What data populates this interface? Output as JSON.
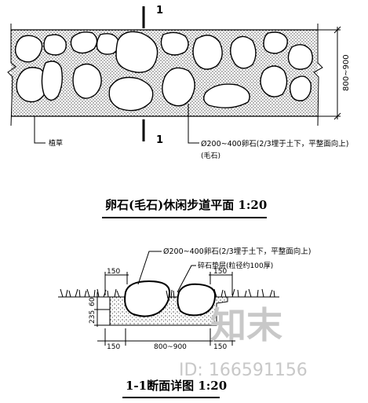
{
  "plan": {
    "section_mark_top": "1",
    "section_mark_bottom": "1",
    "width_dim": "800~900",
    "edge_label": "植草",
    "stone_note": "Ø200~400卵石(2/3埋于土下，平整面向上)",
    "stone_note_sub": "(毛石)",
    "title": "卵石(毛石)休闲步道平面 1:20"
  },
  "section": {
    "stone_note": "Ø200~400卵石(2/3埋于土下，平整面向上)",
    "bed_note": "碎石垫层(粒径约100厚)",
    "dim_top_left": "150",
    "dim_top_right": "150",
    "dim_depth": "235",
    "dim_depth2": "60",
    "dim_bottom_left": "150",
    "dim_bottom_mid": "800~900",
    "dim_bottom_right": "150",
    "title": "1-1断面详图 1:20"
  },
  "watermark": {
    "brand": "知末",
    "id": "ID: 166591156"
  }
}
